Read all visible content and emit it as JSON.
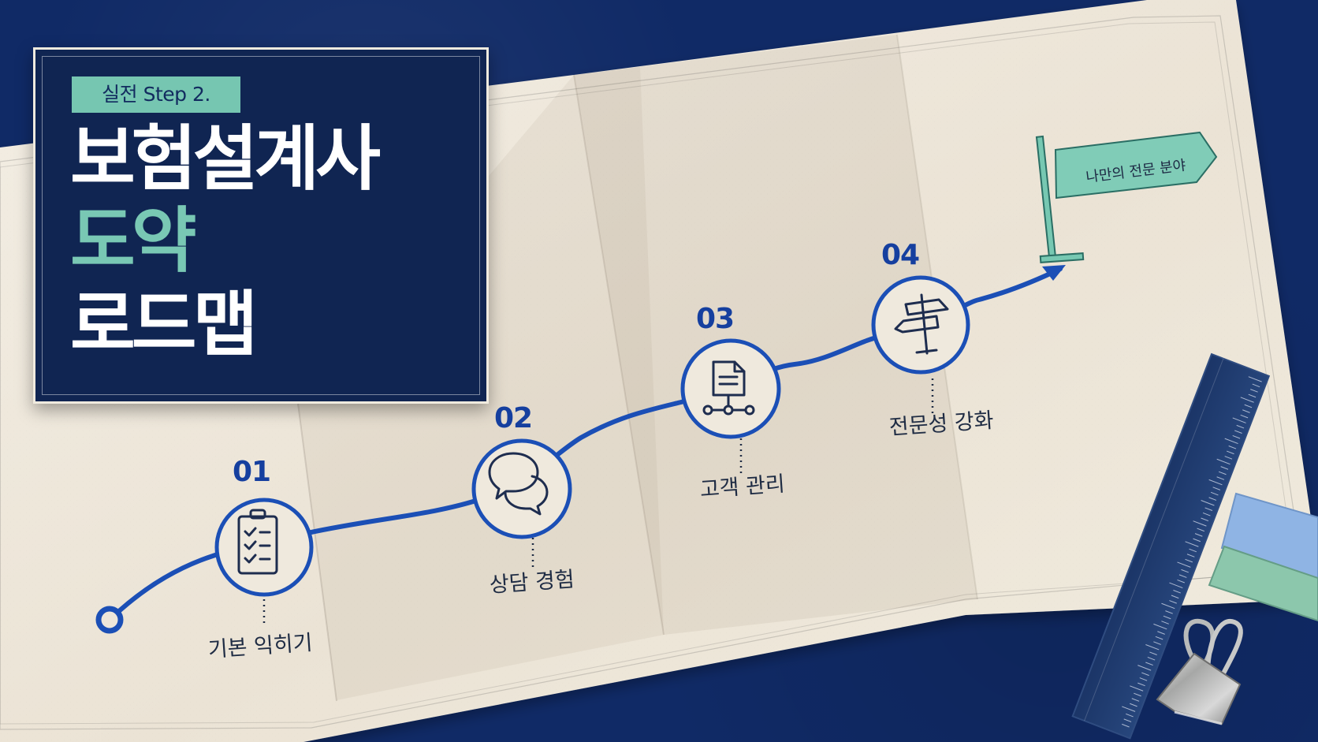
{
  "title_card": {
    "badge": "실전 Step 2.",
    "line1": "보험설계사",
    "line2": "도약",
    "line3": "로드맵"
  },
  "roadmap": {
    "steps": [
      {
        "number": "01",
        "label": "기본 익히기",
        "icon": "clipboard-checklist-icon"
      },
      {
        "number": "02",
        "label": "상담 경험",
        "icon": "chat-bubbles-icon"
      },
      {
        "number": "03",
        "label": "고객 관리",
        "icon": "document-network-icon"
      },
      {
        "number": "04",
        "label": "전문성 강화",
        "icon": "signpost-icon"
      }
    ],
    "goal": {
      "label": "나만의 전문 분야",
      "icon": "flag-icon"
    }
  },
  "colors": {
    "background": "#102a66",
    "paper": "#eee7da",
    "route": "#1a4fb6",
    "accent": "#76c6b1",
    "text": "#1f2c44"
  }
}
